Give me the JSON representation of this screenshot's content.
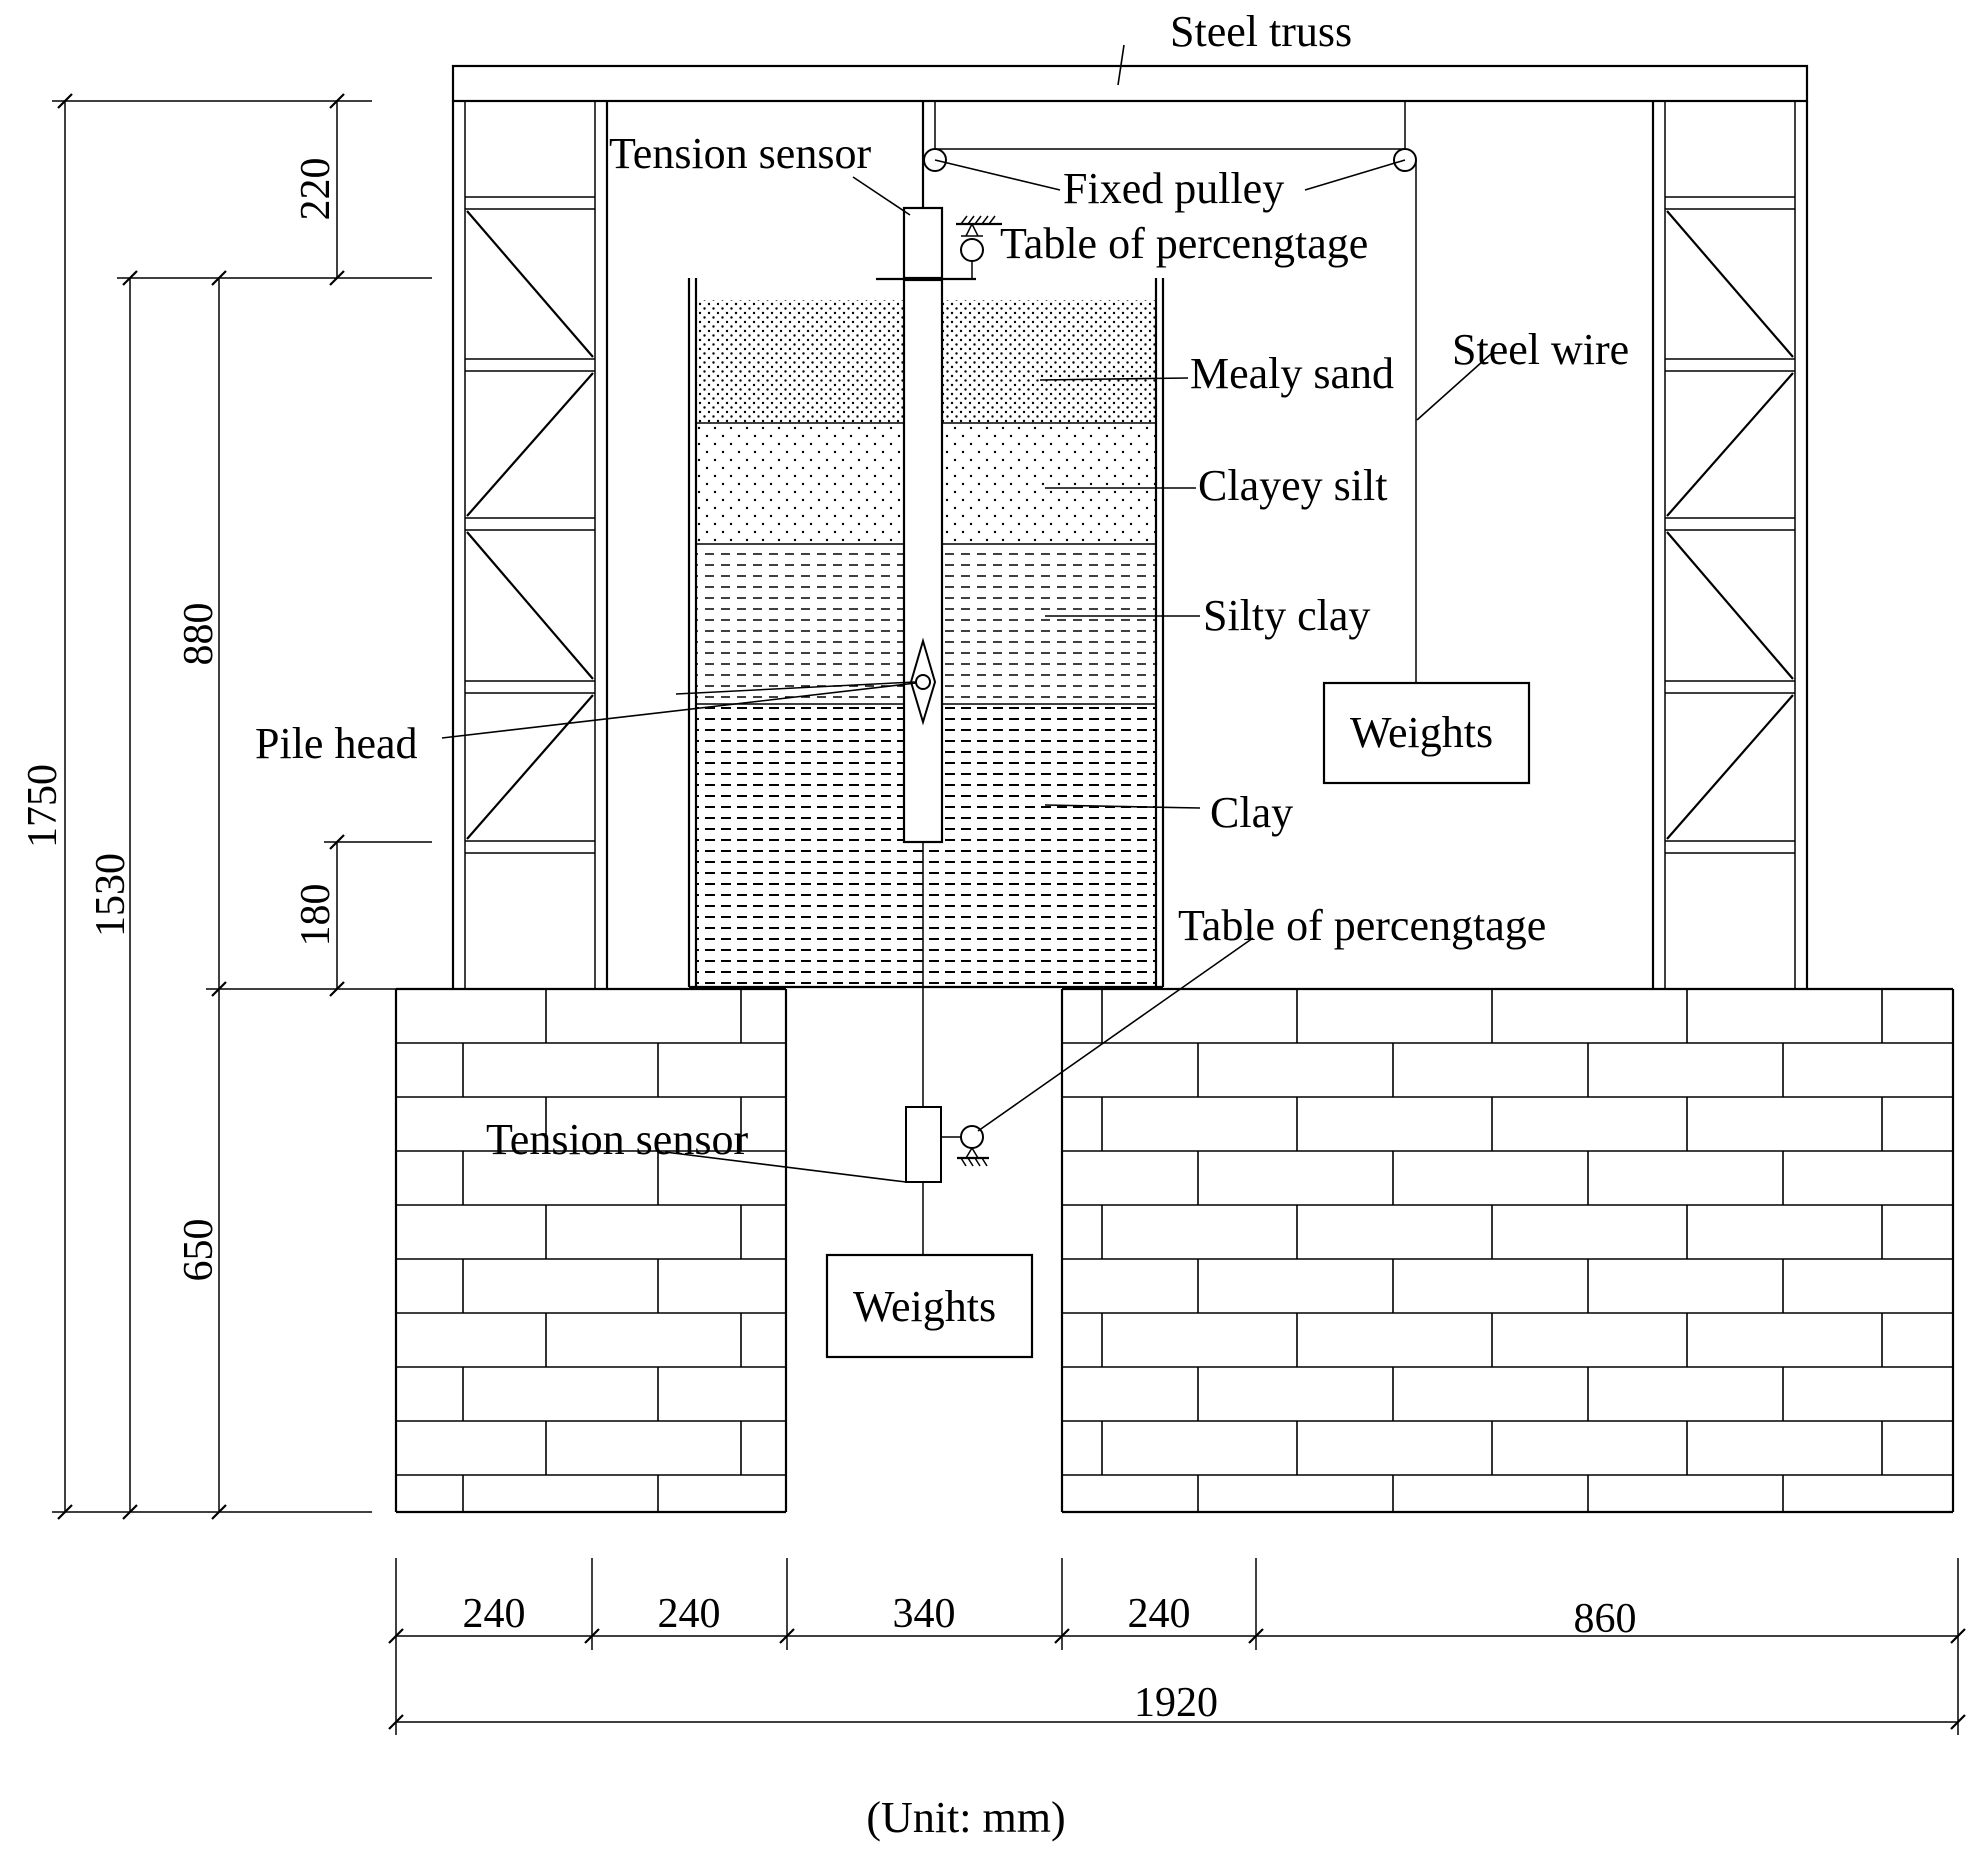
{
  "labels": {
    "steel_truss": "Steel truss",
    "tension_sensor_top": "Tension sensor",
    "fixed_pulley": "Fixed pulley",
    "table_top": "Table of percengtage",
    "steel_wire": "Steel wire",
    "mealy_sand": "Mealy sand",
    "clayey_silt": "Clayey silt",
    "silty_clay": "Silty clay",
    "weights_right": "Weights",
    "pile_head": "Pile head",
    "clay": "Clay",
    "table_bottom": "Table of percengtage",
    "tension_sensor_bottom": "Tension sensor",
    "weights_bottom": "Weights"
  },
  "dimensions": {
    "vertical": {
      "d220": "220",
      "d880": "880",
      "d1750": "1750",
      "d1530": "1530",
      "d180": "180",
      "d650": "650"
    },
    "horizontal": {
      "w240a": "240",
      "w240b": "240",
      "w340": "340",
      "w240c": "240",
      "w860": "860",
      "total": "1920"
    }
  },
  "unit_note": "(Unit: mm)"
}
